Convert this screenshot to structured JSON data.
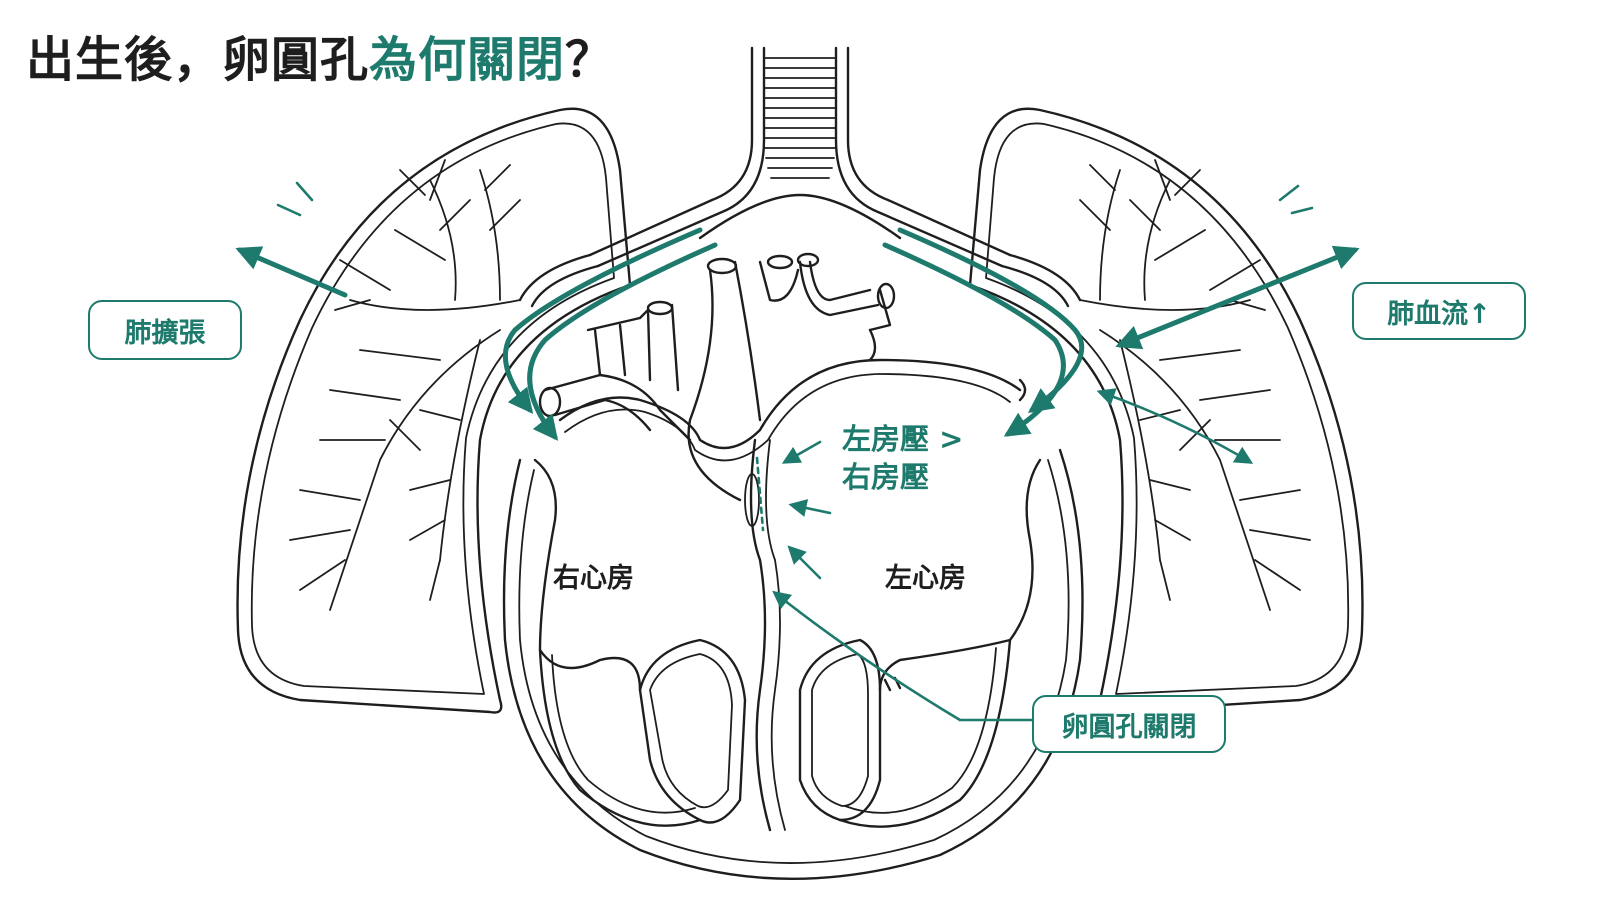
{
  "colors": {
    "accent": "#1d7a6c",
    "ink": "#1e1e1e"
  },
  "title": {
    "prefix": "出生後，卵圓孔",
    "highlight": "為何關閉",
    "suffix": "？"
  },
  "labels": {
    "lung_expand": "肺擴張",
    "pulmonary_flow": "肺血流↑",
    "foramen_closed": "卵圓孔關閉",
    "right_atrium": "右心房",
    "left_atrium": "左心房",
    "pressure_line1": "左房壓 >",
    "pressure_line2": "右房壓"
  }
}
